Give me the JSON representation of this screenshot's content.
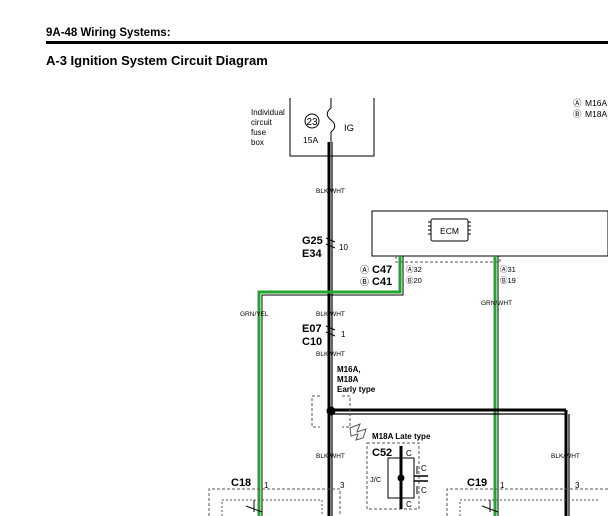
{
  "header": {
    "section": "9A-48 Wiring Systems:"
  },
  "page_title": "A-3 Ignition System Circuit Diagram",
  "legend": {
    "a_mark": "Ⓐ",
    "a_text": "M16A",
    "b_mark": "Ⓑ",
    "b_text": "M18A"
  },
  "fuse_box": {
    "label_lines": [
      "Individual",
      "circuit",
      "fuse",
      "box"
    ],
    "fuse_number": "23",
    "fuse_rating": "15A",
    "fuse_name": "IG"
  },
  "ecm": {
    "label": "ECM"
  },
  "connectors": {
    "g25": "G25",
    "e34": "E34",
    "g25_pin": "10",
    "c47_mark": "Ⓐ",
    "c47": "C47",
    "c41_mark": "Ⓑ",
    "c41": "C41",
    "c47_pin_left": "Ⓐ32",
    "c41_pin_left": "Ⓑ20",
    "c47_pin_right": "Ⓐ31",
    "c41_pin_right": "Ⓑ19",
    "e07": "E07",
    "c10": "C10",
    "e07_pin": "1",
    "c52": "C52",
    "c52_pin": "C",
    "jc": "J/C",
    "c18": "C18",
    "c18_pin1": "1",
    "c18_pin3": "3",
    "c19": "C19",
    "c19_pin1": "1",
    "c19_pin3": "3"
  },
  "wires": {
    "blk_wht_top": "BLK/WHT",
    "grn_yel": "GRN/YEL",
    "blk_wht_mid": "BLK/WHT",
    "blk_wht_below": "BLK/WHT",
    "grn_wht": "GRN/WHT",
    "blk_wht_lower": "BLK/WHT",
    "blk_wht_right": "BLK/WHT"
  },
  "notes": {
    "early_line1": "M16A,",
    "early_line2": "M18A",
    "early_line3": "Early type",
    "late": "M18A Late type"
  },
  "colors": {
    "green_wire": "#22a52c",
    "black_wire": "#000000",
    "dashed": "#555555"
  }
}
